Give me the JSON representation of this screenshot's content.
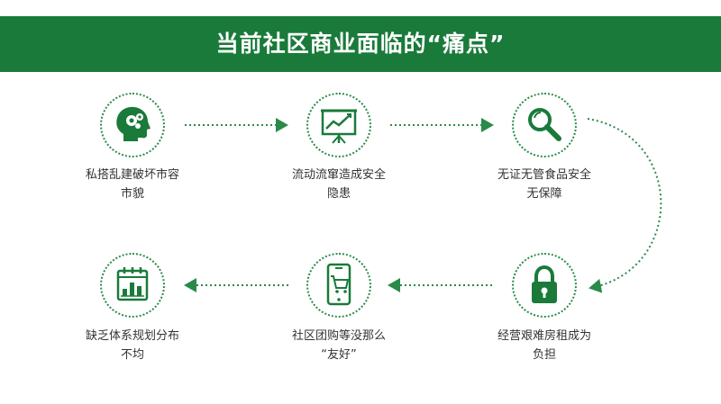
{
  "header": {
    "title": "当前社区商业面临的“痛点”"
  },
  "colors": {
    "brand_green": "#1a7a3a",
    "dot_green": "#2b8a4a",
    "text": "#333333"
  },
  "nodes": [
    {
      "id": "n1",
      "label": "私搭乱建破坏市容\n市貌",
      "icon": "head-gears-icon"
    },
    {
      "id": "n2",
      "label": "流动流窜造成安全\n隐患",
      "icon": "presentation-chart-icon"
    },
    {
      "id": "n3",
      "label": "无证无管食品安全\n无保障",
      "icon": "magnifier-icon"
    },
    {
      "id": "n4",
      "label": "经营艰难房租成为\n负担",
      "icon": "padlock-icon"
    },
    {
      "id": "n5",
      "label": "社区团购等没那么\n“友好”",
      "icon": "phone-cart-icon"
    },
    {
      "id": "n6",
      "label": "缺乏体系规划分布\n不均",
      "icon": "calendar-chart-icon"
    }
  ]
}
